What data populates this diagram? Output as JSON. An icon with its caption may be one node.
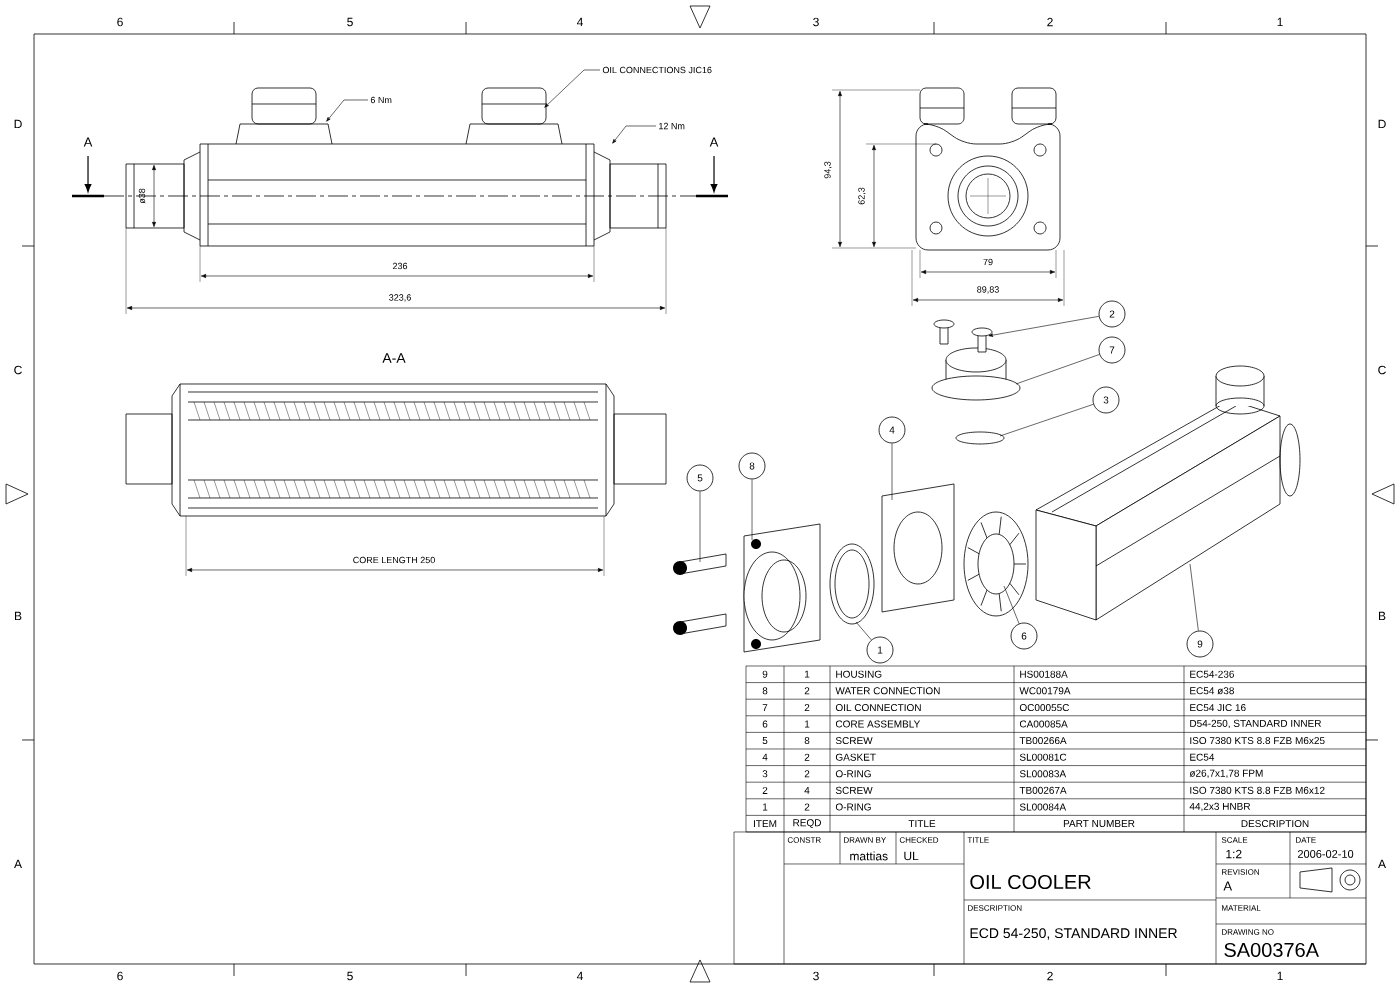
{
  "diagram": {
    "nodes": [
      {
        "text": [
          "OIL CONNECTIONS JIC16"
        ]
      },
      {
        "text": [
          "6 Nm"
        ]
      },
      {
        "text": [
          "12 Nm"
        ]
      },
      {
        "text": [
          "2"
        ]
      },
      {
        "text": [
          "7"
        ]
      },
      {
        "text": [
          "3"
        ]
      },
      {
        "text": [
          "4"
        ]
      },
      {
        "text": [
          "8"
        ]
      },
      {
        "text": [
          "5"
        ]
      },
      {
        "text": [
          "9"
        ]
      },
      {
        "text": [
          "6"
        ]
      },
      {
        "text": [
          "1"
        ]
      },
      {
        "text": [],
        "shape": "picture"
      },
      {
        "text": [],
        "shape": "picture"
      },
      {
        "text": [],
        "shape": "picture"
      },
      {
        "text": [],
        "shape": "picture"
      },
      {
        "text": [],
        "shape": "picture"
      },
      {
        "text": [],
        "shape": "cylinder"
      },
      {
        "text": [],
        "shape": "picture"
      },
      {
        "text": [],
        "shape": "circle"
      },
      {
        "text": [],
        "shape": "picture"
      }
    ],
    "edges": [
      {
        "from": 0,
        "to": null,
        "arrow": "to"
      },
      {
        "from": 1,
        "to": null,
        "arrow": "to"
      },
      {
        "from": 2,
        "to": null,
        "arrow": "to"
      },
      {
        "from": 3,
        "to": 20,
        "arrow": "to"
      },
      {
        "from": 4,
        "to": 18,
        "arrow": "none"
      },
      {
        "from": 5,
        "to": 19,
        "arrow": "none"
      },
      {
        "from": 6,
        "to": 14,
        "arrow": "none"
      },
      {
        "from": 7,
        "to": 16,
        "arrow": "none"
      },
      {
        "from": 8,
        "to": 17,
        "arrow": "none"
      },
      {
        "from": 9,
        "to": 12,
        "arrow": "none"
      },
      {
        "from": 10,
        "to": 13,
        "arrow": "none"
      },
      {
        "from": 11,
        "to": 15,
        "arrow": "none"
      }
    ],
    "labels": [
      "6",
      "5",
      "4",
      "3",
      "2",
      "1",
      "D",
      "C",
      "B",
      "A",
      "D",
      "C",
      "B",
      "A",
      "A",
      "A",
      "ø38",
      "236",
      "323,6",
      "94,3",
      "62,3",
      "79",
      "89,83",
      "A-A",
      "CORE LENGTH 250",
      "9",
      "1",
      "HOUSING",
      "HS00188A",
      "EC54-236",
      "8",
      "2",
      "WATER CONNECTION",
      "WC00179A",
      "EC54 ø38",
      "7",
      "2",
      "OIL CONNECTION",
      "OC00055C",
      "EC54 JIC 16",
      "6",
      "1",
      "CORE ASSEMBLY",
      "CA00085A",
      "D54-250, STANDARD INNER",
      "5",
      "8",
      "SCREW",
      "TB00266A",
      "ISO 7380 KTS 8.8 FZB M6x25",
      "4",
      "2",
      "GASKET",
      "SL00081C",
      "EC54",
      "3",
      "2",
      "O-RING",
      "SL00083A",
      "ø26,7x1,78 FPM",
      "2",
      "4",
      "SCREW",
      "TB00267A",
      "ISO 7380 KTS 8.8 FZB M6x12",
      "1",
      "2",
      "O-RING",
      "SL00084A",
      "44,2x3 HNBR",
      "ITEM",
      "REQD",
      "TITLE",
      "PART NUMBER",
      "DESCRIPTION",
      "CONSTR",
      "DRAWN BY",
      "CHECKED",
      "mattias",
      "UL",
      "TITLE",
      "OIL COOLER",
      "SCALE",
      "1:2",
      "DATE",
      "2006-02-10",
      "REVISION",
      "A",
      "DESCRIPTION",
      "MATERIAL",
      "ECD 54-250, STANDARD INNER",
      "DRAWING NO",
      "SA00376A",
      "6",
      "5",
      "4",
      "3",
      "2",
      "1"
    ]
  }
}
